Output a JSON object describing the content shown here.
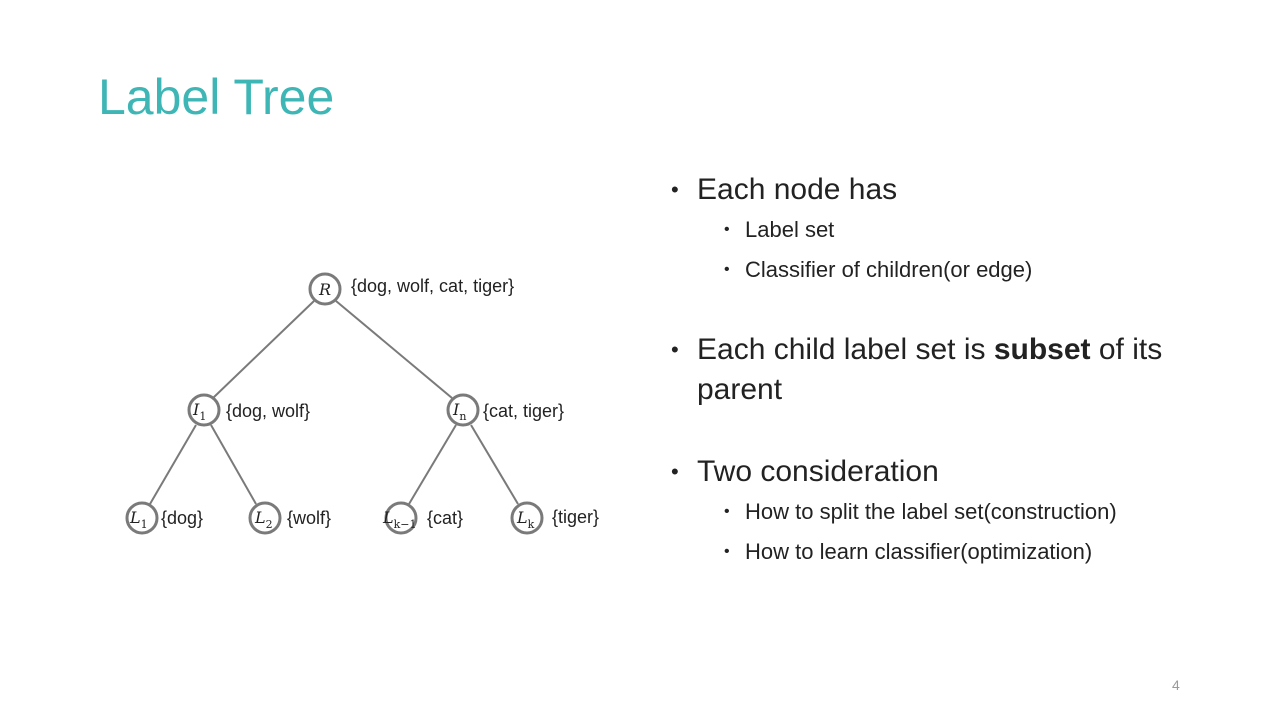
{
  "slide": {
    "title": "Label Tree",
    "page_number": "4"
  },
  "tree": {
    "root": {
      "label": "R",
      "sub": "",
      "set": "{dog, wolf, cat, tiger}"
    },
    "i1": {
      "label": "I",
      "sub": "1",
      "set": "{dog, wolf}"
    },
    "in": {
      "label": "I",
      "sub": "n",
      "set": "{cat, tiger}"
    },
    "l1": {
      "label": "L",
      "sub": "1",
      "set": "{dog}"
    },
    "l2": {
      "label": "L",
      "sub": "2",
      "set": "{wolf}"
    },
    "lk1": {
      "label": "L",
      "sub": "k−1",
      "set": "{cat}"
    },
    "lk": {
      "label": "L",
      "sub": "k",
      "set": "{tiger}"
    }
  },
  "bullets": {
    "b1": {
      "text": "Each node has",
      "sub1": "Label set",
      "sub2": "Classifier of children(or edge)"
    },
    "b2": {
      "before": "Each child label set is ",
      "bold": "subset",
      "after": " of its parent"
    },
    "b3": {
      "text": "Two consideration",
      "sub1": "How to split the label set(construction)",
      "sub2": "How to learn classifier(optimization)"
    }
  }
}
